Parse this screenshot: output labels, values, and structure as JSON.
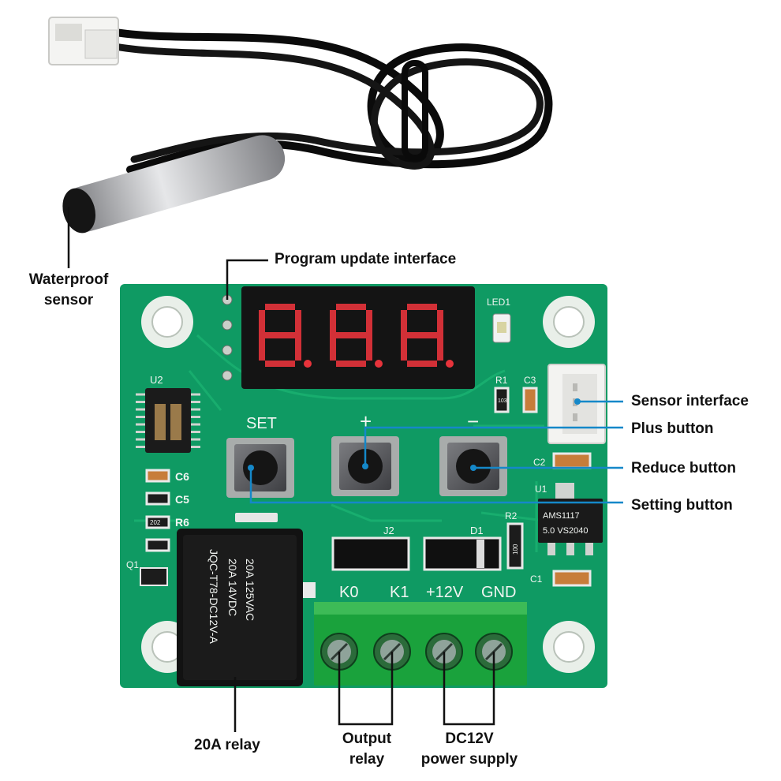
{
  "callouts": {
    "waterproof_sensor": [
      "Waterproof",
      "sensor"
    ],
    "program_update": "Program update interface",
    "sensor_interface": "Sensor interface",
    "plus_button": "Plus button",
    "reduce_button": "Reduce button",
    "setting_button": "Setting button",
    "relay_20a": "20A relay",
    "output_relay": [
      "Output",
      "relay"
    ],
    "dc12v_power": [
      "DC12V",
      "power supply"
    ]
  },
  "board": {
    "led1": "LED1",
    "u2": "U2",
    "r1": "R1",
    "c3": "C3",
    "c2": "C2",
    "u1": "U1",
    "r2": "R2",
    "c1": "C1",
    "c6": "C6",
    "c5": "C5",
    "r6": "R6",
    "q1": "Q1",
    "j2": "J2",
    "d1": "D1",
    "set_label": "SET",
    "plus_label": "+",
    "minus_label": "−",
    "terminals": [
      "K0",
      "K1",
      "+12V",
      "GND"
    ],
    "regulator": [
      "AMS1117",
      "5.0 VS2040"
    ],
    "relay_text": [
      "20A 125VAC",
      "20A 14VDC",
      "JQC-T78-DC12V-A"
    ],
    "resistor_202": "202",
    "resistor_100": "100",
    "resistor_103": "103"
  },
  "colors": {
    "pcb": "#0f9a63",
    "callout_line": "#1588c9",
    "terminal_block": "#1aa23c",
    "display_digit": "#e7333b"
  }
}
